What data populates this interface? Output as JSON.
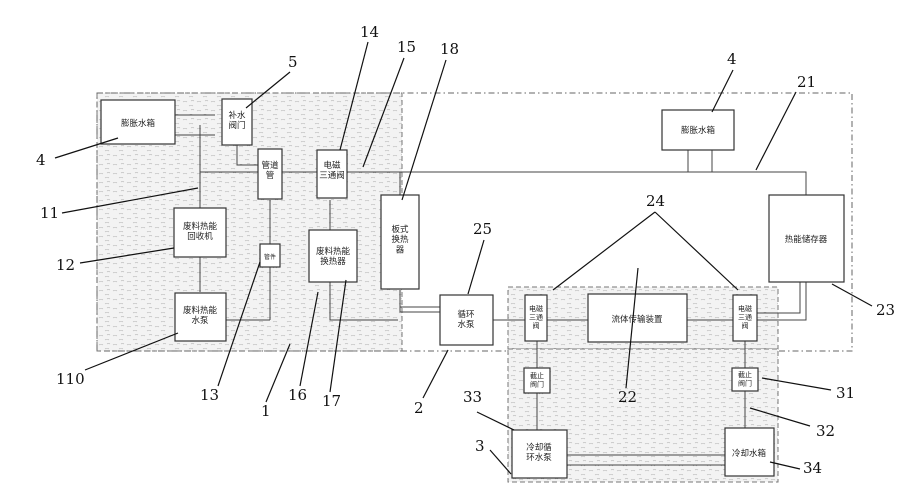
{
  "components": {
    "expansion_tank_left": "膨胀水箱",
    "expansion_tank_right": "膨胀水箱",
    "valve_5": "补水\n阀门",
    "device_pipe": "管道\n管",
    "valve_14": "电磁\n三通阀",
    "heat_exchanger_18": "板式\n换热\n器",
    "waste_heat_recovery": "废料热能\n回收机",
    "waste_heat_exchanger_17": "废料热能\n换热器",
    "small_pipe_13": "管件",
    "waste_pump_110": "废料热能\n水泵",
    "circulation_pump_2": "循环\n水泵",
    "water_heater_23": "热能储存器",
    "valve_24_left": "电磁\n三通\n阀",
    "device_22": "流体传输装置",
    "valve_24_right": "电磁\n三通\n阀",
    "valve_31_left": "截止\n阀门",
    "valve_31_right": "截止\n阀门",
    "pump_33": "冷却循\n环水泵",
    "cooling_tank_34": "冷却水箱"
  },
  "callouts": {
    "n4_left": "4",
    "n5": "5",
    "n14": "14",
    "n15": "15",
    "n18": "18",
    "n4_right": "4",
    "n21": "21",
    "n11": "11",
    "n24": "24",
    "n25": "25",
    "n12": "12",
    "n23": "23",
    "n110": "110",
    "n13": "13",
    "n1": "1",
    "n16": "16",
    "n17": "17",
    "n2": "2",
    "n22": "22",
    "n33": "33",
    "n31": "31",
    "n32": "32",
    "n3": "3",
    "n34": "34"
  }
}
